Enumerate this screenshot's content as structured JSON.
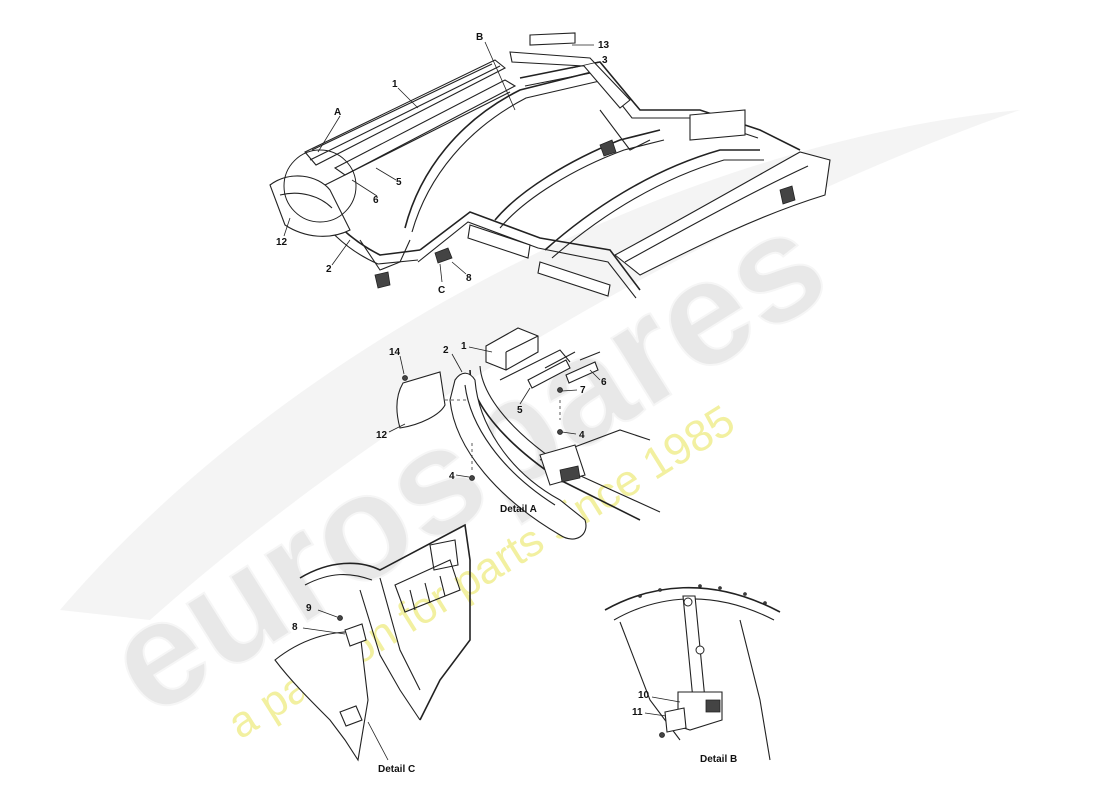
{
  "watermark": {
    "brand": "eurospares",
    "tagline": "a passion for parts since 1985",
    "brand_color": "#e8e8e8",
    "tagline_color": "#f2f0a0"
  },
  "callouts": {
    "main": {
      "c1": "1",
      "cA": "A",
      "cB": "B",
      "c13": "13",
      "c3": "3",
      "c5": "5",
      "c6": "6",
      "c12": "12",
      "c2": "2",
      "c8": "8",
      "cC": "C"
    },
    "detail_a": {
      "c14": "14",
      "c2": "2",
      "c1": "1",
      "c12": "12",
      "c7": "7",
      "c6": "6",
      "c5": "5",
      "c4a": "4",
      "c4b": "4"
    },
    "detail_c": {
      "c9": "9",
      "c8": "8"
    },
    "detail_b": {
      "c10": "10",
      "c11": "11"
    }
  },
  "detail_titles": {
    "a": "Detail A",
    "b": "Detail B",
    "c": "Detail C"
  }
}
